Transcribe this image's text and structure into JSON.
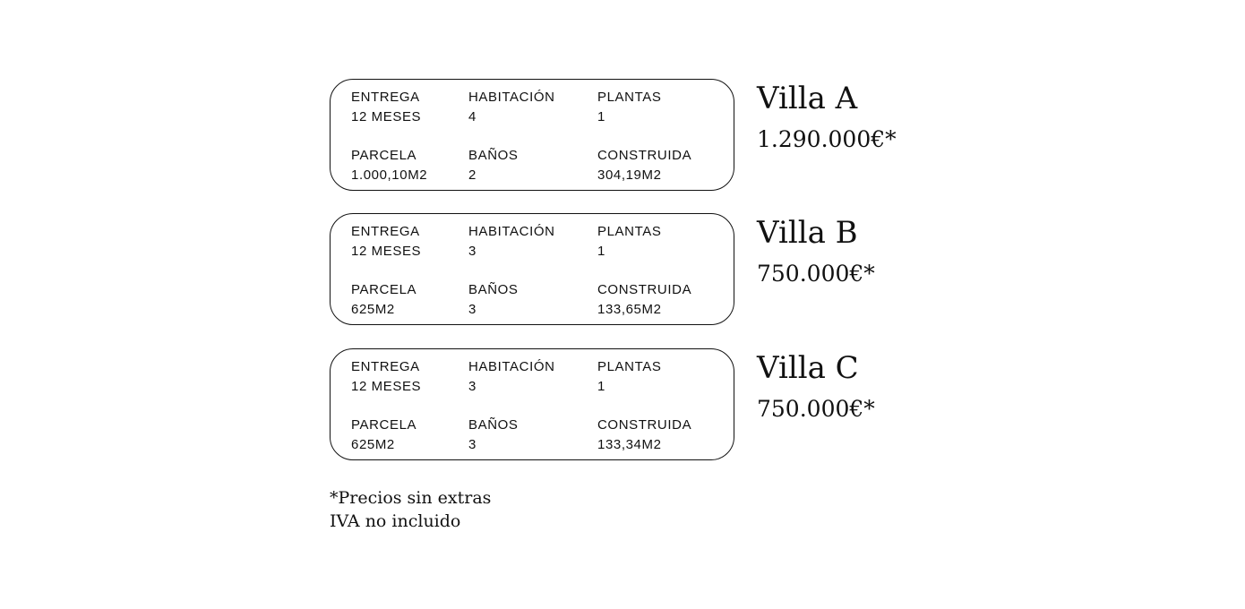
{
  "villas": [
    {
      "name": "Villa A",
      "price": "1.290.000€*",
      "specs": {
        "entrega": {
          "label": "ENTREGA",
          "value": "12 MESES"
        },
        "habitacion": {
          "label": "HABITACIÓN",
          "value": "4"
        },
        "plantas": {
          "label": "PLANTAS",
          "value": "1"
        },
        "parcela": {
          "label": "PARCELA",
          "value": "1.000,10M2"
        },
        "banos": {
          "label": "BAÑOS",
          "value": "2"
        },
        "construida": {
          "label": "CONSTRUIDA",
          "value": "304,19M2"
        }
      }
    },
    {
      "name": "Villa B",
      "price": "750.000€*",
      "specs": {
        "entrega": {
          "label": "ENTREGA",
          "value": "12 MESES"
        },
        "habitacion": {
          "label": "HABITACIÓN",
          "value": "3"
        },
        "plantas": {
          "label": "PLANTAS",
          "value": "1"
        },
        "parcela": {
          "label": "PARCELA",
          "value": "625M2"
        },
        "banos": {
          "label": "BAÑOS",
          "value": "3"
        },
        "construida": {
          "label": "CONSTRUIDA",
          "value": "133,65M2"
        }
      }
    },
    {
      "name": "Villa C",
      "price": "750.000€*",
      "specs": {
        "entrega": {
          "label": "ENTREGA",
          "value": "12 MESES"
        },
        "habitacion": {
          "label": "HABITACIÓN",
          "value": "3"
        },
        "plantas": {
          "label": "PLANTAS",
          "value": "1"
        },
        "parcela": {
          "label": "PARCELA",
          "value": "625M2"
        },
        "banos": {
          "label": "BAÑOS",
          "value": "3"
        },
        "construida": {
          "label": "CONSTRUIDA",
          "value": "133,34M2"
        }
      }
    }
  ],
  "footnote": {
    "line1": "*Precios sin extras",
    "line2": "IVA no incluido"
  }
}
